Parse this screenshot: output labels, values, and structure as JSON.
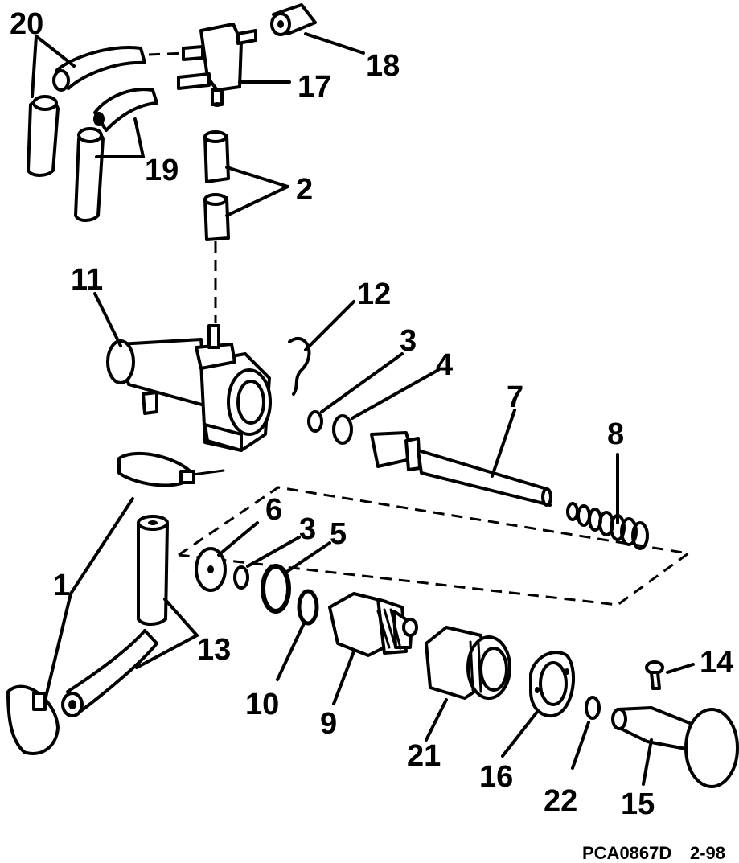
{
  "labels": {
    "l1": "1",
    "l2": "2",
    "l3a": "3",
    "l3b": "3",
    "l4": "4",
    "l5": "5",
    "l6": "6",
    "l7": "7",
    "l8": "8",
    "l9": "9",
    "l10": "10",
    "l11": "11",
    "l12": "12",
    "l13": "13",
    "l14": "14",
    "l15": "15",
    "l16": "16",
    "l17": "17",
    "l18": "18",
    "l19": "19",
    "l20": "20",
    "l21": "21",
    "l22": "22"
  },
  "footer": {
    "code": "PCA0867D",
    "page": "2-98"
  }
}
